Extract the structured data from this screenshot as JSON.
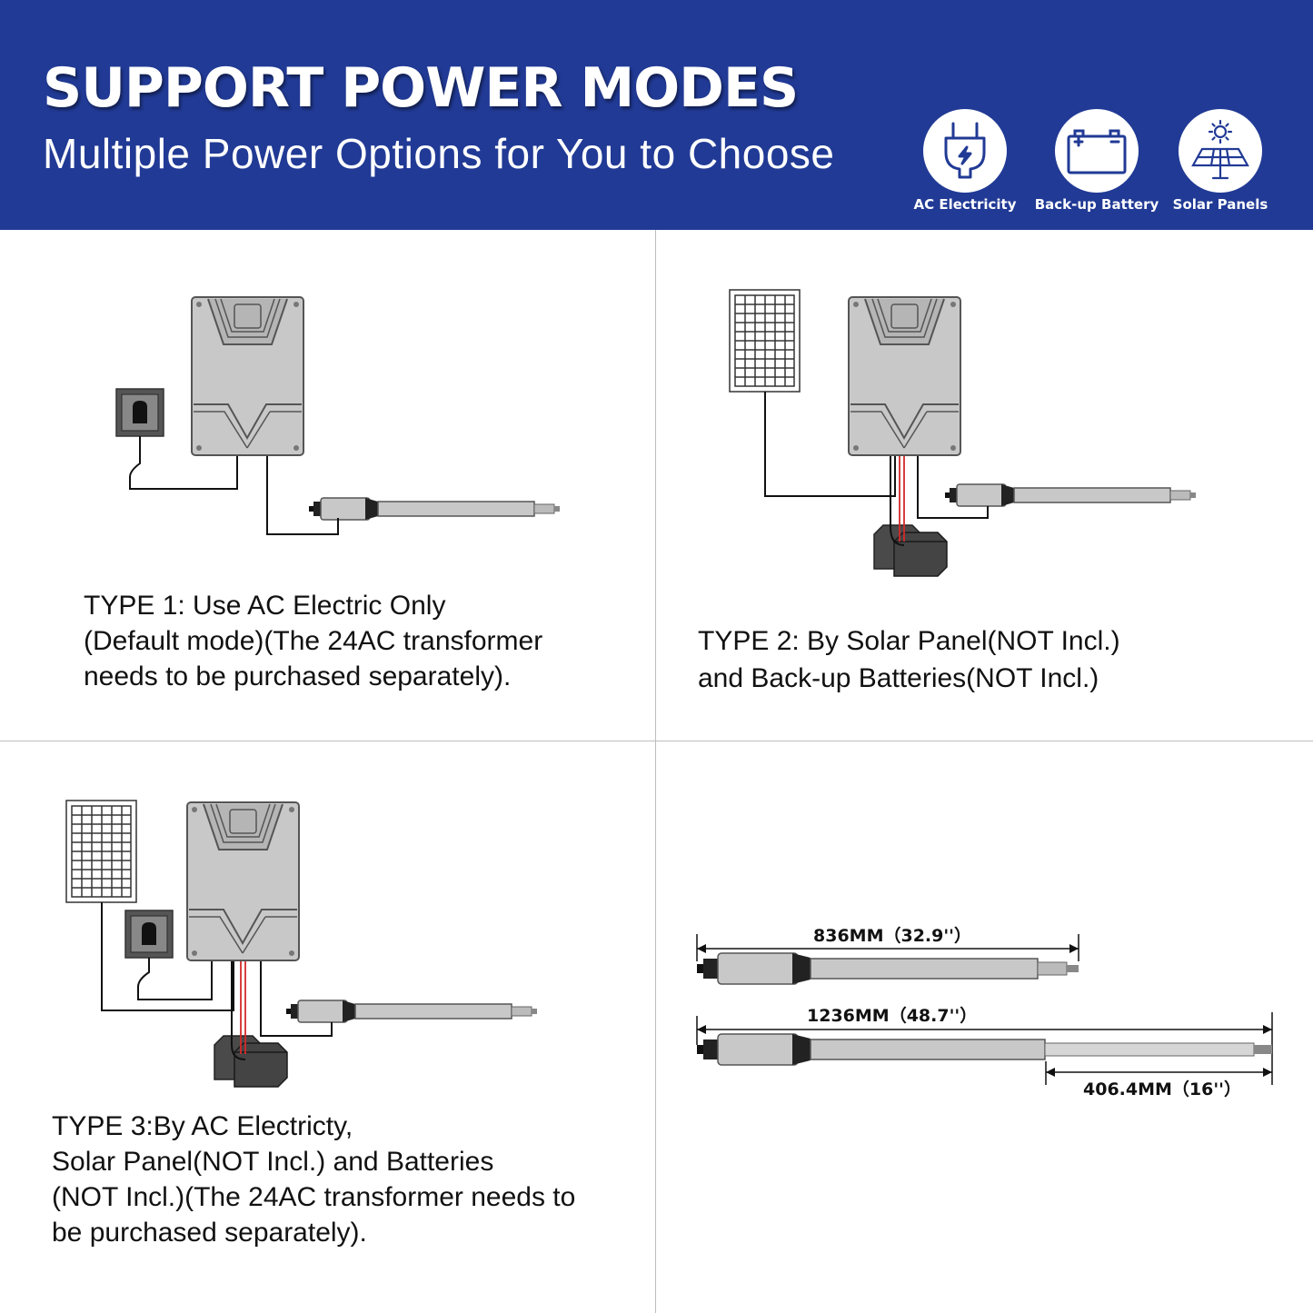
{
  "header": {
    "title": "SUPPORT POWER MODES",
    "subtitle": "Multiple Power Options for You to Choose"
  },
  "power_modes": [
    {
      "label": "AC Electricity",
      "icon": "ac-plug-icon"
    },
    {
      "label": "Back-up Battery",
      "icon": "battery-icon"
    },
    {
      "label": "Solar Panels",
      "icon": "solar-panel-icon"
    }
  ],
  "types": [
    {
      "lines": [
        "TYPE 1: Use AC Electric Only",
        "(Default mode)(The 24AC transformer",
        "needs to be purchased separately)."
      ]
    },
    {
      "lines": [
        "TYPE 2: By Solar Panel(NOT Incl.)",
        "and Back-up Batteries(NOT Incl.)"
      ]
    },
    {
      "lines": [
        "TYPE 3:By AC Electricty,",
        "Solar Panel(NOT Incl.) and Batteries",
        "(NOT Incl.)(The 24AC transformer needs to",
        "be purchased separately)."
      ]
    }
  ],
  "dimensions": {
    "retracted_label": "836MM（32.9''）",
    "extended_label": "1236MM（48.7''）",
    "stroke_label": "406.4MM（16''）"
  },
  "colors": {
    "banner": "#213a95",
    "device": "#c8c8c8",
    "outline": "#555555",
    "wire": "#111111",
    "red_wire": "#d42a2a"
  }
}
